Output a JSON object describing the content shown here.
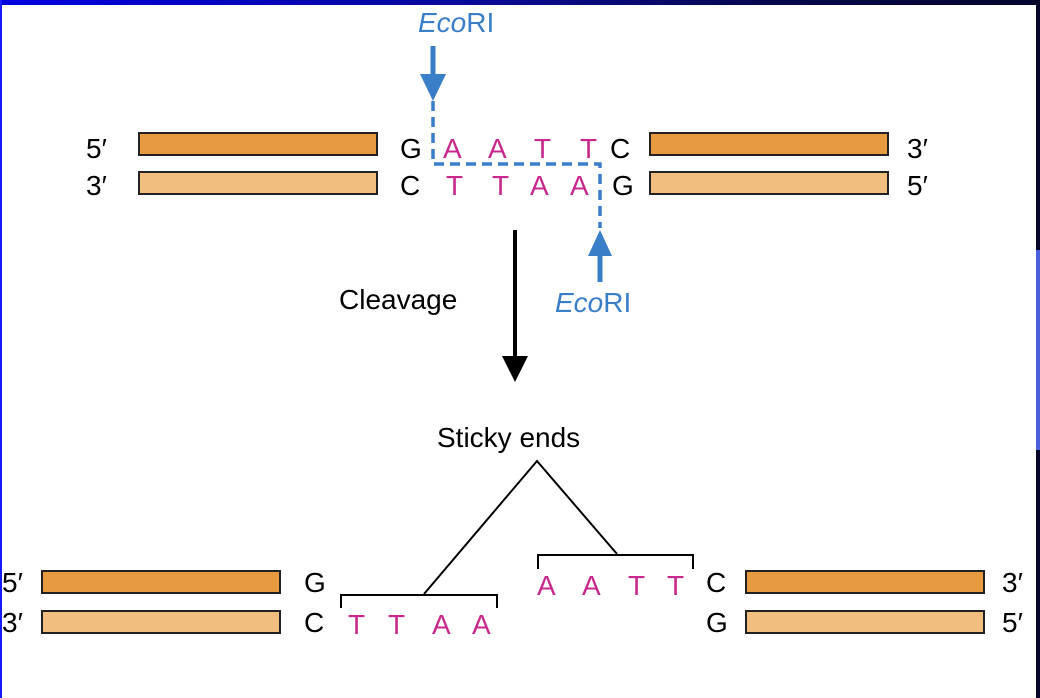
{
  "diagram": {
    "colors": {
      "strand_top": "#e89a40",
      "strand_bottom": "#f2be80",
      "sequence": "#c8288c",
      "enzyme": "#3a7ec8",
      "text": "#000000"
    },
    "enzyme": {
      "name_italic": "Eco",
      "name_regular": "RI"
    },
    "top_section": {
      "left": {
        "top_end": "5′",
        "bottom_end": "3′",
        "top_base": "G",
        "bottom_base": "C"
      },
      "site_top": [
        "A",
        "A",
        "T",
        "T"
      ],
      "site_bottom": [
        "T",
        "T",
        "A",
        "A"
      ],
      "right": {
        "top_base": "C",
        "bottom_base": "G",
        "top_end": "3′",
        "bottom_end": "5′"
      }
    },
    "step_label": "Cleavage",
    "result_label": "Sticky ends",
    "bottom_section": {
      "left_fragment": {
        "top_end": "5′",
        "bottom_end": "3′",
        "top_base": "G",
        "bottom_base": "C",
        "overhang": [
          "T",
          "T",
          "A",
          "A"
        ]
      },
      "right_fragment": {
        "overhang": [
          "A",
          "A",
          "T",
          "T"
        ],
        "top_base": "C",
        "bottom_base": "G",
        "top_end": "3′",
        "bottom_end": "5′"
      }
    }
  }
}
